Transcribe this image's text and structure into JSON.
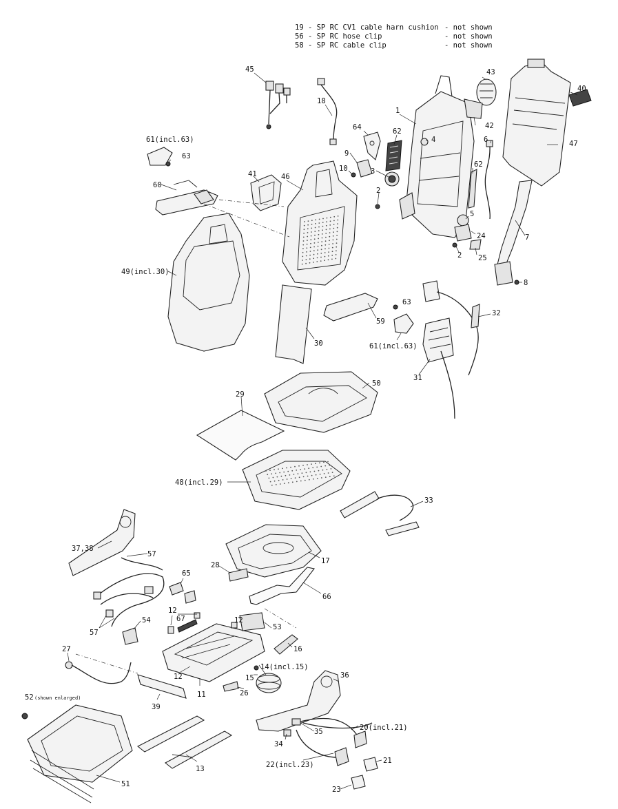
{
  "notes": [
    {
      "text": "19 - SP RC CV1 cable harn cushion",
      "status": "- not shown"
    },
    {
      "text": "56 - SP RC hose clip",
      "status": "- not shown"
    },
    {
      "text": "58 - SP RC cable clip",
      "status": "- not shown"
    }
  ],
  "callouts": {
    "c45": "45",
    "c18": "18",
    "c43": "43",
    "c40": "40",
    "c1": "1",
    "c64": "64",
    "c62a": "62",
    "c4": "4",
    "c42": "42",
    "c6": "6",
    "c47": "47",
    "c9": "9",
    "c10": "10",
    "c3": "3",
    "c62b": "62",
    "c61a": "61(incl.63)",
    "c63a": "63",
    "c60": "60",
    "c41": "41",
    "c46": "46",
    "c2a": "2",
    "c5": "5",
    "c24": "24",
    "c2b": "2",
    "c25": "25",
    "c7": "7",
    "c8": "8",
    "c49": "49(incl.30)",
    "c63b": "63",
    "c32": "32",
    "c59": "59",
    "c30": "30",
    "c61b": "61(incl.63)",
    "c31": "31",
    "c50": "50",
    "c29": "29",
    "c48": "48(incl.29)",
    "c33": "33",
    "c3738": "37,38",
    "c57a": "57",
    "c17": "17",
    "c28": "28",
    "c65": "65",
    "c66": "66",
    "c57b": "57",
    "c54": "54",
    "c12a": "12",
    "c67": "67",
    "c12b": "12",
    "c53": "53",
    "c16": "16",
    "c12c": "12",
    "c14": "14(incl.15)",
    "c15": "15",
    "c27": "27",
    "c11": "11",
    "c26": "26",
    "c36": "36",
    "c52": "52",
    "c52note": "(shown enlarged)",
    "c39": "39",
    "c35": "35",
    "c20": "20(incl.21)",
    "c34": "34",
    "c21": "21",
    "c22": "22(incl.23)",
    "c51": "51",
    "c13": "13",
    "c23": "23"
  }
}
